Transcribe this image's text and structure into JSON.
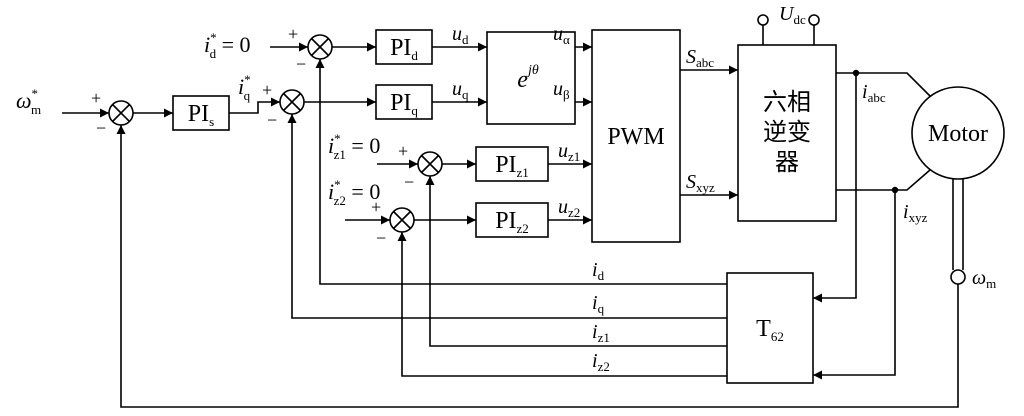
{
  "inputs": {
    "omega_ref": {
      "sym": "ω",
      "sub": "m",
      "sup": "*"
    },
    "id_ref": {
      "sym": "i",
      "sub": "d",
      "sup": "*",
      "eq": " = 0"
    },
    "iq_ref": {
      "sym": "i",
      "sub": "q",
      "sup": "*"
    },
    "iz1_ref": {
      "sym": "i",
      "sub": "z1",
      "sup": "*",
      "eq": " = 0"
    },
    "iz2_ref": {
      "sym": "i",
      "sub": "z2",
      "sup": "*",
      "eq": " = 0"
    }
  },
  "blocks": {
    "pi_s": {
      "main": "PI",
      "sub": "s"
    },
    "pi_d": {
      "main": "PI",
      "sub": "d"
    },
    "pi_q": {
      "main": "PI",
      "sub": "q"
    },
    "pi_z1": {
      "main": "PI",
      "sub": "z1"
    },
    "pi_z2": {
      "main": "PI",
      "sub": "z2"
    },
    "transform": {
      "main": "e",
      "sup": "jθ"
    },
    "pwm": {
      "label": "PWM"
    },
    "inverter": {
      "lines": [
        "六相",
        "逆变",
        "器"
      ]
    },
    "motor": {
      "label": "Motor"
    },
    "t62": {
      "main": "T",
      "sub": "62"
    }
  },
  "signals": {
    "ud": {
      "sym": "u",
      "sub": "d"
    },
    "uq": {
      "sym": "u",
      "sub": "q"
    },
    "ualpha": {
      "sym": "u",
      "sub": "α"
    },
    "ubeta": {
      "sym": "u",
      "sub": "β"
    },
    "uz1": {
      "sym": "u",
      "sub": "z1"
    },
    "uz2": {
      "sym": "u",
      "sub": "z2"
    },
    "sabc": {
      "sym": "S",
      "sub": "abc"
    },
    "sxyz": {
      "sym": "S",
      "sub": "xyz"
    },
    "udc": {
      "sym": "U",
      "sub": "dc"
    },
    "iabc": {
      "sym": "i",
      "sub": "abc"
    },
    "ixyz": {
      "sym": "i",
      "sub": "xyz"
    },
    "omega_m": {
      "sym": "ω",
      "sub": "m"
    },
    "fb_id": {
      "sym": "i",
      "sub": "d"
    },
    "fb_iq": {
      "sym": "i",
      "sub": "q"
    },
    "fb_iz1": {
      "sym": "i",
      "sub": "z1"
    },
    "fb_iz2": {
      "sym": "i",
      "sub": "z2"
    }
  },
  "signs": {
    "plus": "+",
    "minus": "−"
  }
}
